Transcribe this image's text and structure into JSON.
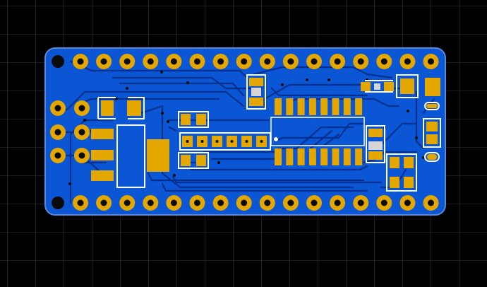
{
  "view": {
    "background": "#000000",
    "grid_color": "#3a3a3a"
  },
  "board": {
    "fill": "#0a56d4",
    "edge": "#5c88d8",
    "trace": "#03308f",
    "copper": "#e3a700",
    "silk": "#ffffff",
    "hole": "#0b0b0b"
  },
  "layers": {
    "top_header_pins": 16,
    "bottom_header_pins": 16,
    "left_header_pins": 6
  }
}
